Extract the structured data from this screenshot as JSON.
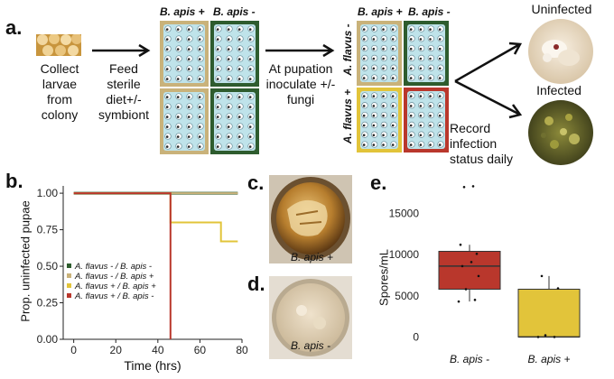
{
  "panel_a": {
    "letter": "a.",
    "step1": [
      "Collect",
      "larvae",
      "from",
      "colony"
    ],
    "step2": [
      "Feed",
      "sterile",
      "diet+/-",
      "symbiont"
    ],
    "step3": [
      "At pupation",
      "inoculate +/-",
      "fungi"
    ],
    "step4": [
      "Record",
      "infection",
      "status daily"
    ],
    "plate1": {
      "label_left": "B. apis +",
      "label_right": "B. apis -"
    },
    "plate2": {
      "label_top_left": "B. apis +",
      "label_top_right": "B. apis -",
      "label_side_top": "A. flavus -",
      "label_side_bottom": "A. flavus +"
    },
    "outcome_top": "Uninfected",
    "outcome_bottom": "Infected",
    "colors": {
      "green": "#2e5c2e",
      "tan": "#c9b27a",
      "yellow": "#e2c43a",
      "red": "#b9372c",
      "well": "#bfe3ea"
    }
  },
  "panel_b": {
    "letter": "b.",
    "chart_data": {
      "type": "line",
      "xlabel": "Time (hrs)",
      "ylabel": "Prop. uninfected pupae",
      "xlim": [
        -5,
        80
      ],
      "ylim": [
        0,
        1.05
      ],
      "xticks": [
        "0",
        "20",
        "40",
        "60",
        "80"
      ],
      "yticks": [
        "0.00",
        "0.25",
        "0.50",
        "0.75",
        "1.00"
      ],
      "legend_position": "bottom-left",
      "series": [
        {
          "name": "A. flavus - / B. apis -",
          "color": "#2e5c2e",
          "x": [
            0,
            78
          ],
          "y": [
            1.0,
            1.0
          ]
        },
        {
          "name": "A. flavus - / B. apis +",
          "color": "#c9b27a",
          "x": [
            0,
            78
          ],
          "y": [
            1.0,
            1.0
          ]
        },
        {
          "name": "A. flavus + / B. apis +",
          "color": "#e2c43a",
          "x": [
            0,
            46,
            46,
            70,
            70,
            78
          ],
          "y": [
            1.0,
            1.0,
            0.8,
            0.8,
            0.67,
            0.67
          ]
        },
        {
          "name": "A. flavus + / B. apis -",
          "color": "#b9372c",
          "x": [
            0,
            46,
            46
          ],
          "y": [
            1.0,
            1.0,
            0.0
          ]
        }
      ]
    }
  },
  "panel_c": {
    "letter": "c.",
    "caption": "B. apis +"
  },
  "panel_d": {
    "letter": "d.",
    "caption": "B. apis -"
  },
  "panel_e": {
    "letter": "e.",
    "chart_data": {
      "type": "box",
      "ylabel": "Spores/mL",
      "categories": [
        "B. apis -",
        "B. apis +"
      ],
      "yticks": [
        "0",
        "5000",
        "10000",
        "15000"
      ],
      "ylim": [
        -500,
        19000
      ],
      "boxes": [
        {
          "name": "B. apis -",
          "color": "#b9372c",
          "q1": 5800,
          "median": 8600,
          "q3": 10400,
          "whisker_low": 4300,
          "whisker_high": 11200,
          "points": [
            4300,
            4500,
            5800,
            7400,
            8600,
            9100,
            10100,
            11200,
            18200,
            18300
          ]
        },
        {
          "name": "B. apis +",
          "color": "#e2c43a",
          "q1": 0,
          "median": 0,
          "q3": 5800,
          "whisker_low": 0,
          "whisker_high": 7400,
          "points": [
            0,
            0,
            200,
            5900,
            7400
          ]
        }
      ]
    }
  }
}
